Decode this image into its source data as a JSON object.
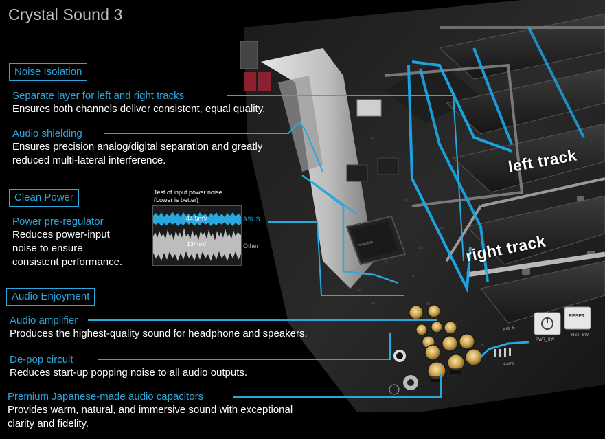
{
  "title": "Crystal Sound 3",
  "accent_color": "#2aa7dc",
  "sections": {
    "noise_isolation": {
      "heading": "Noise Isolation",
      "items": [
        {
          "title": "Separate layer for left and right tracks",
          "desc": "Ensures both channels deliver consistent, equal quality."
        },
        {
          "title": "Audio shielding",
          "desc_line1": "Ensures precision analog/digital separation and greatly",
          "desc_line2": "reduced multi-lateral interference."
        }
      ]
    },
    "clean_power": {
      "heading": "Clean Power",
      "items": [
        {
          "title": "Power pre-regulator",
          "desc_line1": "Reduces power-input",
          "desc_line2": "noise to ensure",
          "desc_line3": "consistent performance."
        }
      ]
    },
    "audio_enjoyment": {
      "heading": "Audio Enjoyment",
      "items": [
        {
          "title": "Audio amplifier",
          "desc": "Produces the highest-quality sound for headphone and speakers."
        },
        {
          "title": "De-pop circuit",
          "desc": "Reduces start-up popping noise to all audio outputs."
        },
        {
          "title": "Premium Japanese-made audio capacitors",
          "desc_line1": "Provides warm, natural, and immersive sound with exceptional",
          "desc_line2": "clarity and fidelity."
        }
      ]
    }
  },
  "noise_chart": {
    "title_line1": "Test of input power noise",
    "title_line2": "(Lower is better)",
    "asus_value": "44.5mV",
    "asus_label": "ASUS",
    "other_value": "134mV",
    "other_label": "Other"
  },
  "tracks": {
    "left": "left track",
    "right": "right track"
  },
  "board_labels": {
    "chip": "nuvoton",
    "reset_button": "RESET",
    "pwr_sw": "PWR_SW",
    "rst_sw": "RST_SW",
    "pcie": "X16_S",
    "aafp": "AAFP"
  }
}
